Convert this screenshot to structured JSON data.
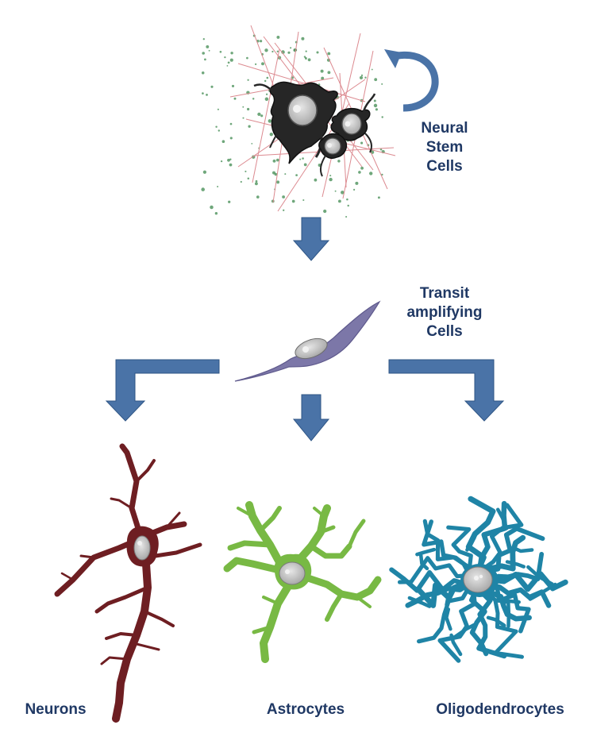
{
  "labels": {
    "neural_stem_cells": [
      "Neural",
      "Stem",
      "Cells"
    ],
    "transit_amplifying_cells": [
      "Transit",
      "amplifying",
      "Cells"
    ],
    "neurons": "Neurons",
    "astrocytes": "Astrocytes",
    "oligodendrocytes": "Oligodendrocytes"
  },
  "colors": {
    "label_text": "#1f3864",
    "arrow_fill": "#4a73a7",
    "arrow_stroke": "#2f5686",
    "neuron": "#6e1e22",
    "astrocyte": "#78b944",
    "oligodendrocyte": "#1f84a6",
    "transit_cell": "#7c77a8",
    "stem_cell": "#2a2a2a",
    "nucleus": "#c4c4c4",
    "stem_lines": "#dc8a90",
    "stem_dots": "#3f8a4f"
  },
  "icons": {
    "self_renewal": "circular-arrow-icon",
    "flow": "down-arrow-icon"
  }
}
